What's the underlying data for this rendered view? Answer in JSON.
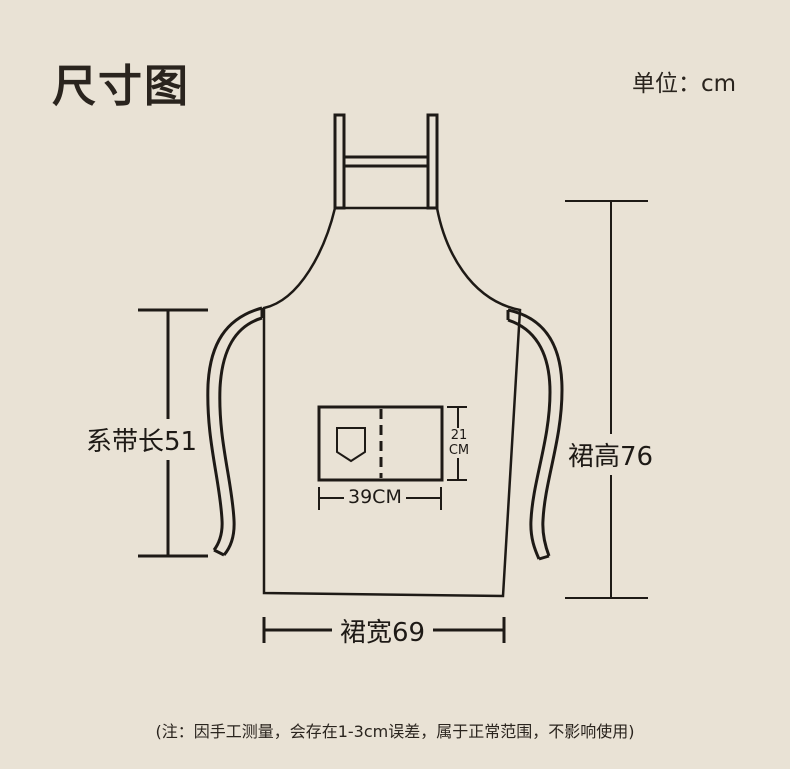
{
  "header": {
    "title": "尺寸图",
    "unit_label": "单位：cm"
  },
  "diagram": {
    "subject": "apron",
    "dimensions": {
      "tie_length": {
        "label": "系带长51",
        "value": 51,
        "unit": "cm"
      },
      "apron_height": {
        "label": "裙高76",
        "value": 76,
        "unit": "cm"
      },
      "apron_width": {
        "label": "裙宽69",
        "value": 69,
        "unit": "cm"
      },
      "pocket_width": {
        "label": "39CM",
        "value": 39,
        "unit": "CM"
      },
      "pocket_height": {
        "label_value": "21",
        "label_unit": "CM",
        "value": 21,
        "unit": "CM"
      }
    },
    "colors": {
      "background": "#e9e2d5",
      "line": "#1e1a16"
    }
  },
  "footer": {
    "note": "(注：因手工测量，会存在1-3cm误差，属于正常范围，不影响使用)"
  }
}
